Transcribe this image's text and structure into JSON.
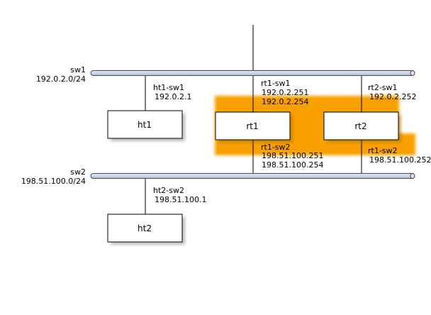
{
  "colors": {
    "background": "#ffffff",
    "highlight": "#f7a000",
    "bus_fill": "#c9d6ea",
    "bus_stroke": "#4a4a4a",
    "line": "#000000",
    "box_fill": "#ffffff",
    "box_stroke": "#000000",
    "shadow": "#bdbdbd"
  },
  "networks": {
    "sw1": {
      "name": "sw1",
      "subnet": "192.0.2.0/24"
    },
    "sw2": {
      "name": "sw2",
      "subnet": "198.51.100.0/24"
    }
  },
  "nodes": {
    "ht1": {
      "name": "ht1"
    },
    "rt1": {
      "name": "rt1"
    },
    "rt2": {
      "name": "rt2"
    },
    "ht2": {
      "name": "ht2"
    }
  },
  "interfaces": {
    "ht1_sw1": {
      "name": "ht1-sw1",
      "addr": "192.0.2.1"
    },
    "rt1_sw1": {
      "name": "rt1-sw1",
      "addr1": "192.0.2.251",
      "addr2": "192.0.2.254"
    },
    "rt2_sw1": {
      "name": "rt2-sw1",
      "addr": "192.0.2.252"
    },
    "rt1_sw2": {
      "name": "rt1-sw2",
      "addr1": "198.51.100.251",
      "addr2": "198.51.100.254"
    },
    "rt2_sw2": {
      "name": "rt1-sw2",
      "addr": "198.51.100.252"
    },
    "ht2_sw2": {
      "name": "ht2-sw2",
      "addr": "198.51.100.1"
    }
  }
}
